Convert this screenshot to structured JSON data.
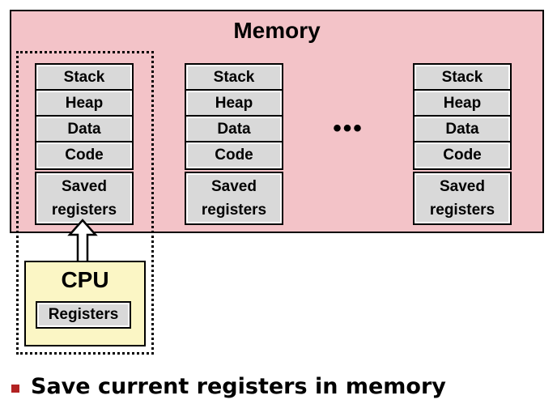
{
  "memory": {
    "title": "Memory",
    "processes": [
      {
        "segments": [
          "Stack",
          "Heap",
          "Data",
          "Code"
        ],
        "saved_line1": "Saved",
        "saved_line2": "registers"
      },
      {
        "segments": [
          "Stack",
          "Heap",
          "Data",
          "Code"
        ],
        "saved_line1": "Saved",
        "saved_line2": "registers"
      },
      {
        "segments": [
          "Stack",
          "Heap",
          "Data",
          "Code"
        ],
        "saved_line1": "Saved",
        "saved_line2": "registers"
      }
    ],
    "ellipsis": "•••"
  },
  "cpu": {
    "title": "CPU",
    "registers_label": "Registers"
  },
  "bullet": {
    "text": "Save current registers in memory",
    "marker_color": "#b22222"
  },
  "colors": {
    "memory_bg": "#f3c3c8",
    "cpu_bg": "#fbf6c5",
    "cell_bg": "#d9d9d9"
  }
}
